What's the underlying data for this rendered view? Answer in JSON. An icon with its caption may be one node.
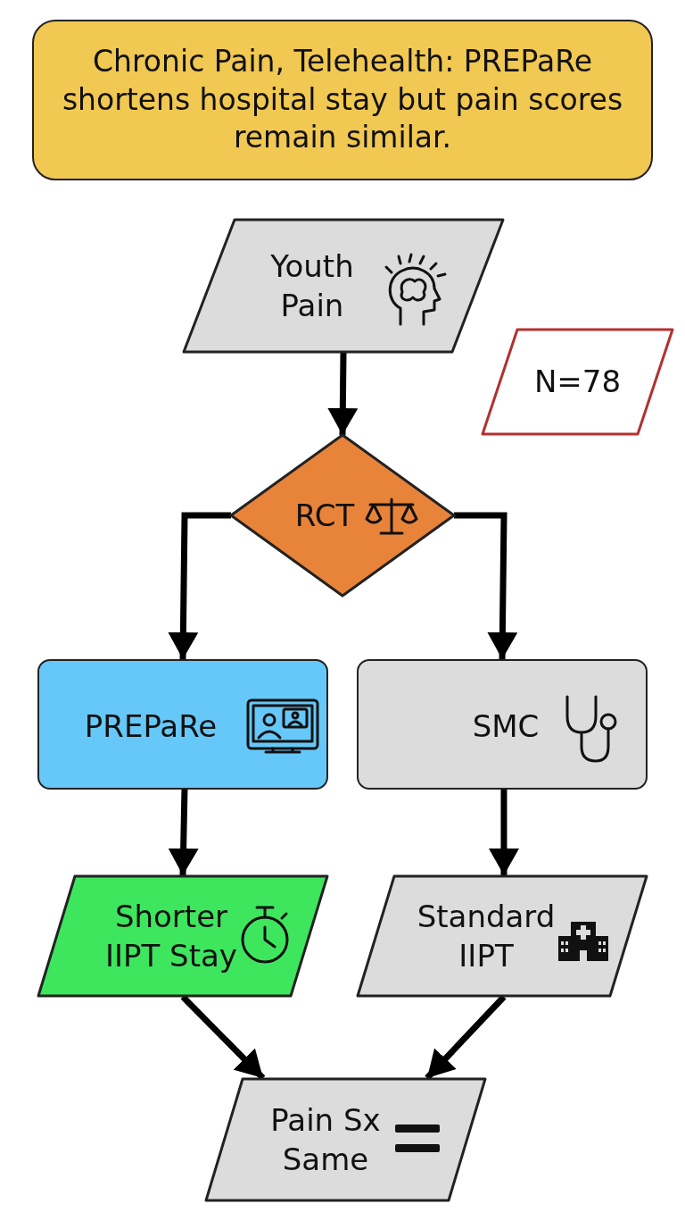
{
  "diagram": {
    "title": "Chronic Pain, Telehealth: PREPaRe shortens hospital stay but pain scores remain similar.",
    "nodes": [
      {
        "text": [
          "Youth Pain"
        ]
      },
      {
        "text": [
          "N=78"
        ]
      },
      {
        "text": [
          "RCT"
        ]
      },
      {
        "text": [
          "PREPaRe"
        ]
      },
      {
        "text": [
          "SMC"
        ]
      },
      {
        "text": [
          "Shorter IIPT Stay"
        ]
      },
      {
        "text": [
          "Standard IIPT"
        ]
      },
      {
        "text": [
          "Pain Sx Same"
        ]
      }
    ],
    "edges": [
      {
        "from": 0,
        "to": 2,
        "arrow": "to"
      },
      {
        "from": 2,
        "to": 3,
        "arrow": "to"
      },
      {
        "from": 2,
        "to": 4,
        "arrow": "to"
      },
      {
        "from": 3,
        "to": 5,
        "arrow": "to"
      },
      {
        "from": 4,
        "to": 6,
        "arrow": "to"
      },
      {
        "from": 5,
        "to": 7,
        "arrow": "to"
      },
      {
        "from": 6,
        "to": 7,
        "arrow": "to"
      }
    ]
  }
}
